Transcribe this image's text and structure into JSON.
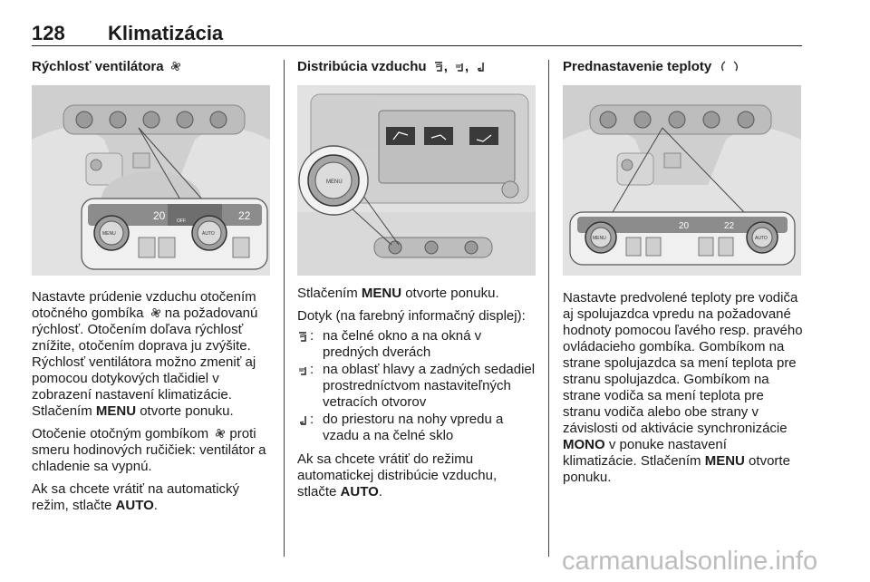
{
  "header": {
    "page_number": "128",
    "chapter_title": "Klimatizácia"
  },
  "col1": {
    "title": "Rýchlosť ventilátora",
    "p1_a": "Nastavte prúdenie vzduchu otočením otočného gombíka ",
    "p1_b": " na požadovanú rýchlosť. Otočením doľava rýchlosť znížite, otočením doprava ju zvýšite. Rýchlosť ventilátora možno zmeniť aj pomocou dotykových tlačidiel v zobrazení nastavení klimatizácie. Stlačením ",
    "p1_menu": "MENU",
    "p1_c": " otvorte ponuku.",
    "p2_a": "Otočenie otočným gombíkom ",
    "p2_b": " proti smeru hodinových ručičiek: ventilátor a chladenie sa vypnú.",
    "p3_a": "Ak sa chcete vrátiť na automatický režim, stlačte ",
    "p3_auto": "AUTO",
    "p3_b": ".",
    "figure": {
      "temp_left": "20",
      "temp_right": "22",
      "label_off": "OFF",
      "label_auto": "AUTO",
      "label_menu": "MENU"
    }
  },
  "col2": {
    "title": "Distribúcia vzduchu",
    "title_sep1": ", ",
    "title_sep2": ", ",
    "p1_a": "Stlačením ",
    "p1_menu": "MENU",
    "p1_b": " otvorte ponuku.",
    "p2": "Dotyk (na farebný informačný displej):",
    "list": [
      {
        "colon": ":",
        "text": "na čelné okno a na okná v predných dverách"
      },
      {
        "colon": ":",
        "text": "na oblasť hlavy a zadných sedadiel prostredníctvom nastaviteľných vetracích otvorov"
      },
      {
        "colon": ":",
        "text": "do priestoru na nohy vpredu a vzadu a na čelné sklo"
      }
    ],
    "p3_a": "Ak sa chcete vrátiť do režimu automatickej distribúcie vzduchu, stlačte ",
    "p3_auto": "AUTO",
    "p3_b": ".",
    "figure": {
      "label_menu": "MENU"
    }
  },
  "col3": {
    "title": "Prednastavenie teploty",
    "p1_a": "Nastavte predvolené teploty pre vodiča aj spolujazdca vpredu na požadované hodnoty pomocou ľavého resp. pravého ovládacieho gombíka. Gombíkom na strane spolujazdca sa mení teplota pre stranu spolujazdca. Gombíkom na strane vodiča sa mení teplota pre stranu vodiča alebo obe strany v závislosti od aktivácie synchronizácie ",
    "p1_mono": "MONO",
    "p1_b": " v ponuke nastavení klimatizácie. Stlačením ",
    "p1_menu": "MENU",
    "p1_c": " otvorte ponuku.",
    "figure": {
      "temp_left": "20",
      "temp_right": "22",
      "label_menu": "MENU",
      "label_auto": "AUTO"
    }
  },
  "footer": {
    "watermark": "carmanualsonline.info"
  },
  "colors": {
    "text": "#1a1a1a",
    "figure_bg": "#e4e4e4",
    "watermark": "#bdbdbd"
  },
  "icons": [
    "fan-icon",
    "air-windscreen-icon",
    "air-head-icon",
    "air-foot-icon",
    "temperature-icon"
  ]
}
